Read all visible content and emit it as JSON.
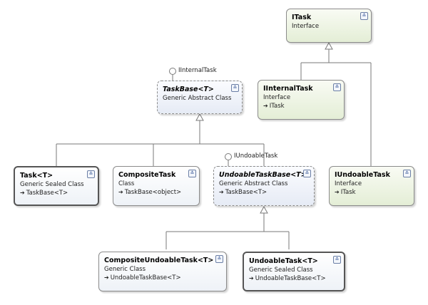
{
  "boxes": {
    "itask": {
      "name": "ITask",
      "kind": "Interface",
      "base": ""
    },
    "iinternaltask": {
      "name": "IInternalTask",
      "kind": "Interface",
      "base": "ITask"
    },
    "iundoabletask": {
      "name": "IUndoableTask",
      "kind": "Interface",
      "base": "ITask"
    },
    "taskbase": {
      "name": "TaskBase<T>",
      "kind": "Generic Abstract Class",
      "base": ""
    },
    "task": {
      "name": "Task<T>",
      "kind": "Generic Sealed Class",
      "base": "TaskBase<T>"
    },
    "compositetask": {
      "name": "CompositeTask",
      "kind": "Class",
      "base": "TaskBase<object>"
    },
    "undoabletaskbase": {
      "name": "UndoableTaskBase<T>",
      "kind": "Generic Abstract Class",
      "base": "TaskBase<T>"
    },
    "compositeundoabletask": {
      "name": "CompositeUndoableTask<T>",
      "kind": "Generic Class",
      "base": "UndoableTaskBase<T>"
    },
    "undoabletask": {
      "name": "UndoableTask<T>",
      "kind": "Generic Sealed Class",
      "base": "UndoableTaskBase<T>"
    }
  },
  "lollipops": {
    "taskbase": "IInternalTask",
    "undoabletaskbase": "IUndoableTask"
  },
  "icons": {
    "expand": "double-chevron-down-icon",
    "base_ref": "inheritance-arrow-icon"
  },
  "colors": {
    "class_fill": "#eef2f7",
    "interface_fill": "#e4eed6",
    "edge": "#8b8b8b",
    "toggle": "#3b5a9a"
  }
}
